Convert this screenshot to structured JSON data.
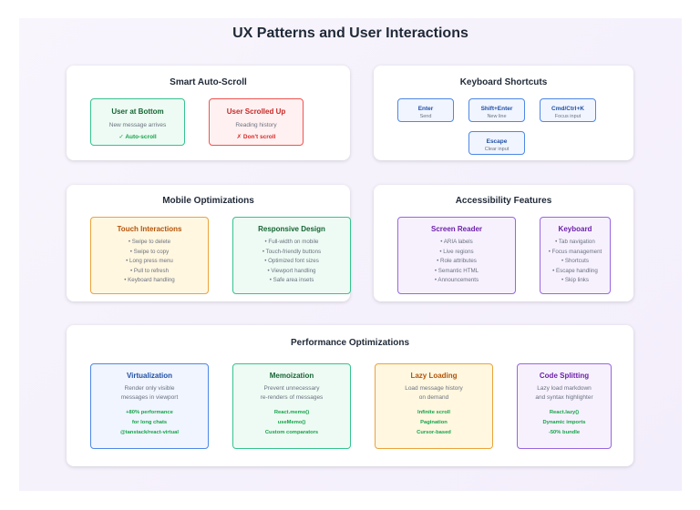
{
  "title": "UX Patterns and User Interactions",
  "auto_scroll": {
    "title": "Smart Auto-Scroll",
    "bottom": {
      "title": "User at Bottom",
      "desc": "New message arrives",
      "status": "✓ Auto-scroll"
    },
    "scrolled": {
      "title": "User Scrolled Up",
      "desc": "Reading history",
      "status": "✗ Don't scroll"
    }
  },
  "shortcuts": {
    "title": "Keyboard Shortcuts",
    "keys": [
      {
        "key": "Enter",
        "desc": "Send"
      },
      {
        "key": "Shift+Enter",
        "desc": "New line"
      },
      {
        "key": "Cmd/Ctrl+K",
        "desc": "Focus input"
      },
      {
        "key": "Escape",
        "desc": "Clear input"
      }
    ]
  },
  "mobile": {
    "title": "Mobile Optimizations",
    "touch": {
      "title": "Touch Interactions",
      "items": [
        "• Swipe to delete",
        "• Swipe to copy",
        "• Long press menu",
        "• Pull to refresh",
        "• Keyboard handling"
      ]
    },
    "responsive": {
      "title": "Responsive Design",
      "items": [
        "• Full-width on mobile",
        "• Touch-friendly buttons",
        "• Optimized font sizes",
        "• Viewport handling",
        "• Safe area insets"
      ]
    }
  },
  "accessibility": {
    "title": "Accessibility Features",
    "screen_reader": {
      "title": "Screen Reader",
      "items": [
        "• ARIA labels",
        "• Live regions",
        "• Role attributes",
        "• Semantic HTML",
        "• Announcements"
      ]
    },
    "keyboard": {
      "title": "Keyboard",
      "items": [
        "• Tab navigation",
        "• Focus management",
        "• Shortcuts",
        "• Escape handling",
        "• Skip links"
      ]
    }
  },
  "performance": {
    "title": "Performance Optimizations",
    "cards": [
      {
        "title": "Virtualization",
        "desc": [
          "Render only visible",
          "messages in viewport"
        ],
        "notes": [
          "+80% performance",
          "for long chats",
          "@tanstack/react-virtual"
        ]
      },
      {
        "title": "Memoization",
        "desc": [
          "Prevent unnecessary",
          "re-renders of messages"
        ],
        "notes": [
          "React.memo()",
          "useMemo()",
          "Custom comparators"
        ]
      },
      {
        "title": "Lazy Loading",
        "desc": [
          "Load message history",
          "on demand"
        ],
        "notes": [
          "Infinite scroll",
          "Pagination",
          "Cursor-based"
        ]
      },
      {
        "title": "Code Splitting",
        "desc": [
          "Lazy load markdown",
          "and syntax highlighter"
        ],
        "notes": [
          "React.lazy()",
          "Dynamic imports",
          "-50% bundle"
        ]
      }
    ]
  }
}
